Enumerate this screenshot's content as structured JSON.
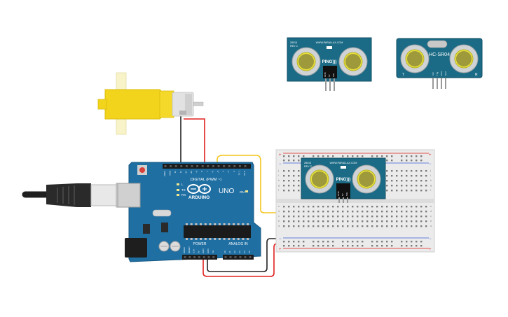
{
  "arduino": {
    "brand": "ARDUINO",
    "model": "UNO",
    "digital_header": "DIGITAL (PWM ~)",
    "analog_header": "ANALOG IN",
    "power_header": "POWER",
    "tx_label": "TX",
    "rx_label": "RX",
    "l_label": "L",
    "on_label": "ON",
    "digital_pins": [
      "AREF",
      "GND",
      "13",
      "12",
      "~11",
      "~10",
      "~9",
      "8",
      "7",
      "~6",
      "~5",
      "4",
      "~3",
      "2",
      "TX 1",
      "RX 0"
    ],
    "power_pins": [
      "IOREF",
      "RESET",
      "3.3V",
      "5V",
      "GND",
      "GND",
      "Vin"
    ],
    "analog_pins": [
      "A0",
      "A1",
      "A2",
      "A3",
      "A4",
      "A5"
    ]
  },
  "ping_sensor_top": {
    "brand": "WWW.PARALLAX.COM",
    "label": "PING)))",
    "corner_text": "28015\nREV C",
    "pins": [
      "GND",
      "5V",
      "SIG"
    ]
  },
  "hcsr04": {
    "label": "HC-SR04",
    "left_mark": "T",
    "right_mark": "R",
    "pins": [
      "Vcc",
      "Trig",
      "Echo",
      "Gnd"
    ]
  },
  "ping_sensor_board": {
    "brand": "WWW.PARALLAX.COM",
    "label": "PING)))",
    "corner_text": "28015\nREV C",
    "pins": [
      "GND",
      "5V",
      "SIG"
    ]
  },
  "breadboard": {
    "row_letters_top": [
      "j",
      "i",
      "h",
      "g",
      "f"
    ],
    "row_letters_bottom": [
      "e",
      "d",
      "c",
      "b",
      "a"
    ],
    "plus": "+",
    "minus": "−"
  },
  "colors": {
    "board_blue": "#1f6fa3",
    "motor_yellow": "#f2d41c",
    "sensor_teal": "#1b6b86",
    "wire_red": "#e0201f",
    "wire_black": "#222222",
    "wire_yellow": "#f2c61c"
  }
}
